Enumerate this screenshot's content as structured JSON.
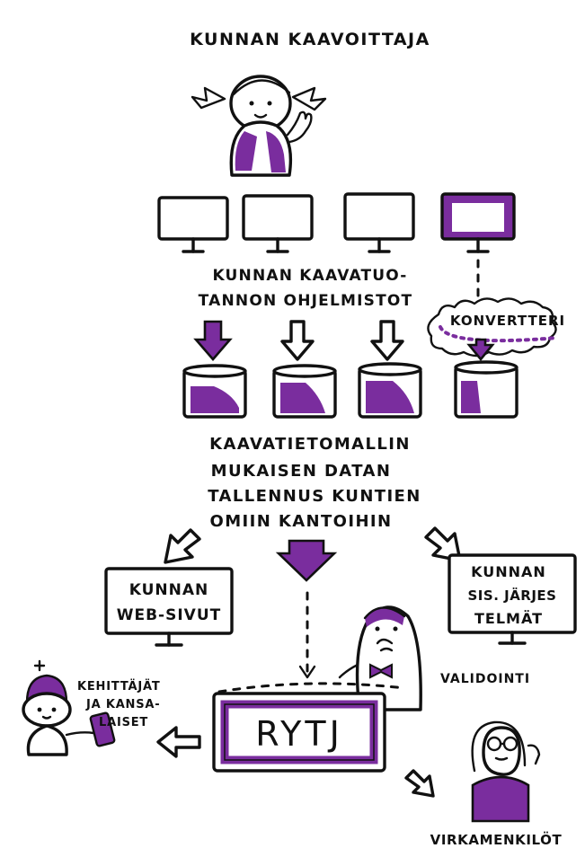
{
  "title": "KUNNAN KAAVOITTAJA",
  "software_caption": [
    "KUNNAN KAAVATUO-",
    "TANNON OHJELMISTOT"
  ],
  "converter_label": "KONVERTTERI",
  "storage_caption": [
    "KAAVATIETOMALLIN",
    "MUKAISEN DATAN",
    "TALLENNUS KUNTIEN",
    "OMIIN KANTOIHIN"
  ],
  "web_pages_label": [
    "KUNNAN",
    "WEB-SIVUT"
  ],
  "internal_systems_label": [
    "KUNNAN",
    "SIS. JÄRJES",
    "TELMÄT"
  ],
  "registry_label": "RYTJ",
  "validation_label": "VALIDOINTI",
  "developers_label": [
    "KEHITTÄJÄT",
    "JA KANSA-",
    "LAISET"
  ],
  "officials_label": "VIRKAMENKILÖT",
  "colors": {
    "accent": "#7a2d9e",
    "ink": "#111111",
    "paper": "#ffffff"
  }
}
